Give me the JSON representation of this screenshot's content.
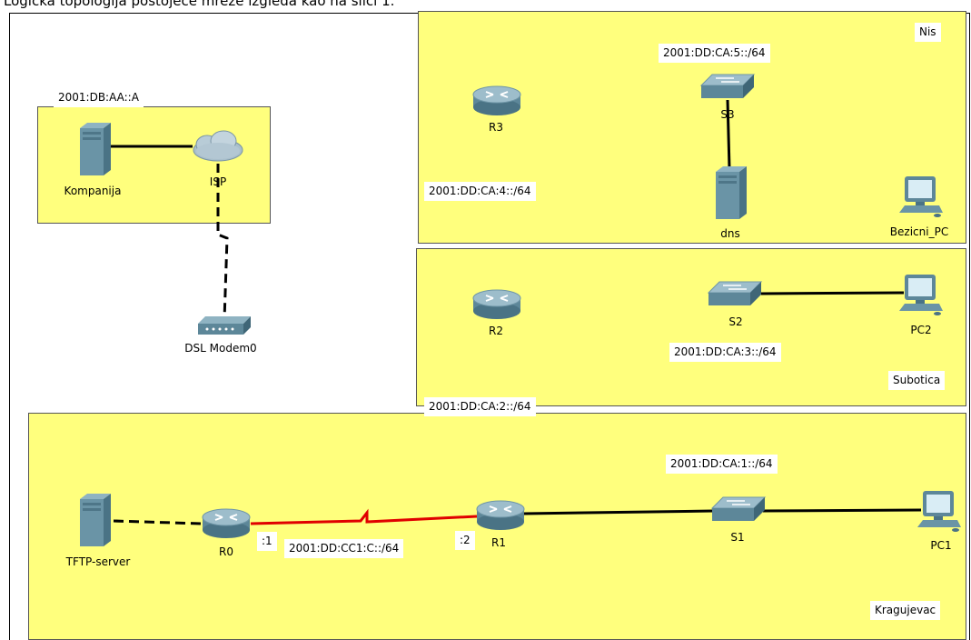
{
  "page": {
    "header": "Logička topologija postojeće mreže izgleda kao na slici 1."
  },
  "zones": {
    "nis": "Nis",
    "subotica": "Subotica",
    "kragujevac": "Kragujevac"
  },
  "devices": {
    "kompanija": "Kompanija",
    "isp": "ISP",
    "dsl_modem": "DSL Modem0",
    "r3": "R3",
    "s3": "S3",
    "dns": "dns",
    "bezicni_pc": "Bezicni_PC",
    "r2": "R2",
    "s2": "S2",
    "pc2": "PC2",
    "tftp_server": "TFTP-server",
    "r0": "R0",
    "r1": "R1",
    "s1": "S1",
    "pc1": "PC1"
  },
  "networks": {
    "isp_net": "2001:DB:AA::A",
    "nis_s3": "2001:DD:CA:5::/64",
    "nis_r3": "2001:DD:CA:4::/64",
    "subotica": "2001:DD:CA:3::/64",
    "kragujevac_top": "2001:DD:CA:2::/64",
    "kragujevac_s1": "2001:DD:CA:1::/64",
    "serial_link": "2001:DD:CC1:C::/64"
  },
  "interfaces": {
    "r0_iface": ":1",
    "r1_iface": ":2"
  },
  "link_colors": {
    "ethernet": "#000000",
    "serial": "#e00000",
    "zone_fill": "#ffff7d"
  }
}
